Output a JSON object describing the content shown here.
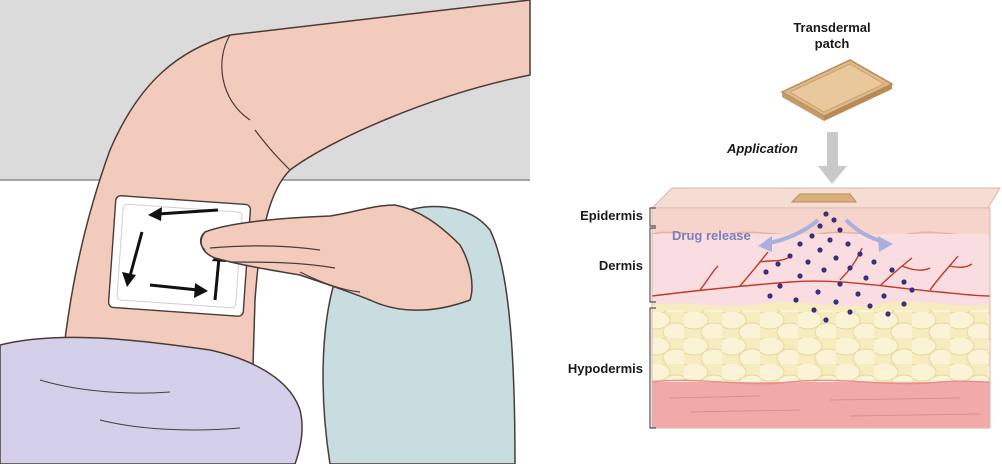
{
  "diagram": {
    "patch_title_line1": "Transdermal",
    "patch_title_line2": "patch",
    "application_label": "Application",
    "drug_release_label": "Drug release",
    "layers": {
      "epidermis": "Epidermis",
      "dermis": "Dermis",
      "hypodermis": "Hypodermis"
    }
  },
  "colors": {
    "skin_light": "#f3d0c6",
    "epidermis": "#f6d8d0",
    "dermis": "#f8dada",
    "fat": "#f6eab8",
    "muscle": "#f2a9a8",
    "patch": "#dfb98a",
    "drug_dot": "#3a2f7a",
    "vessel": "#c0392b"
  },
  "icons": [
    "arrow-up-icon",
    "arrow-right-icon",
    "arrow-left-icon",
    "arrow-down-icon"
  ]
}
